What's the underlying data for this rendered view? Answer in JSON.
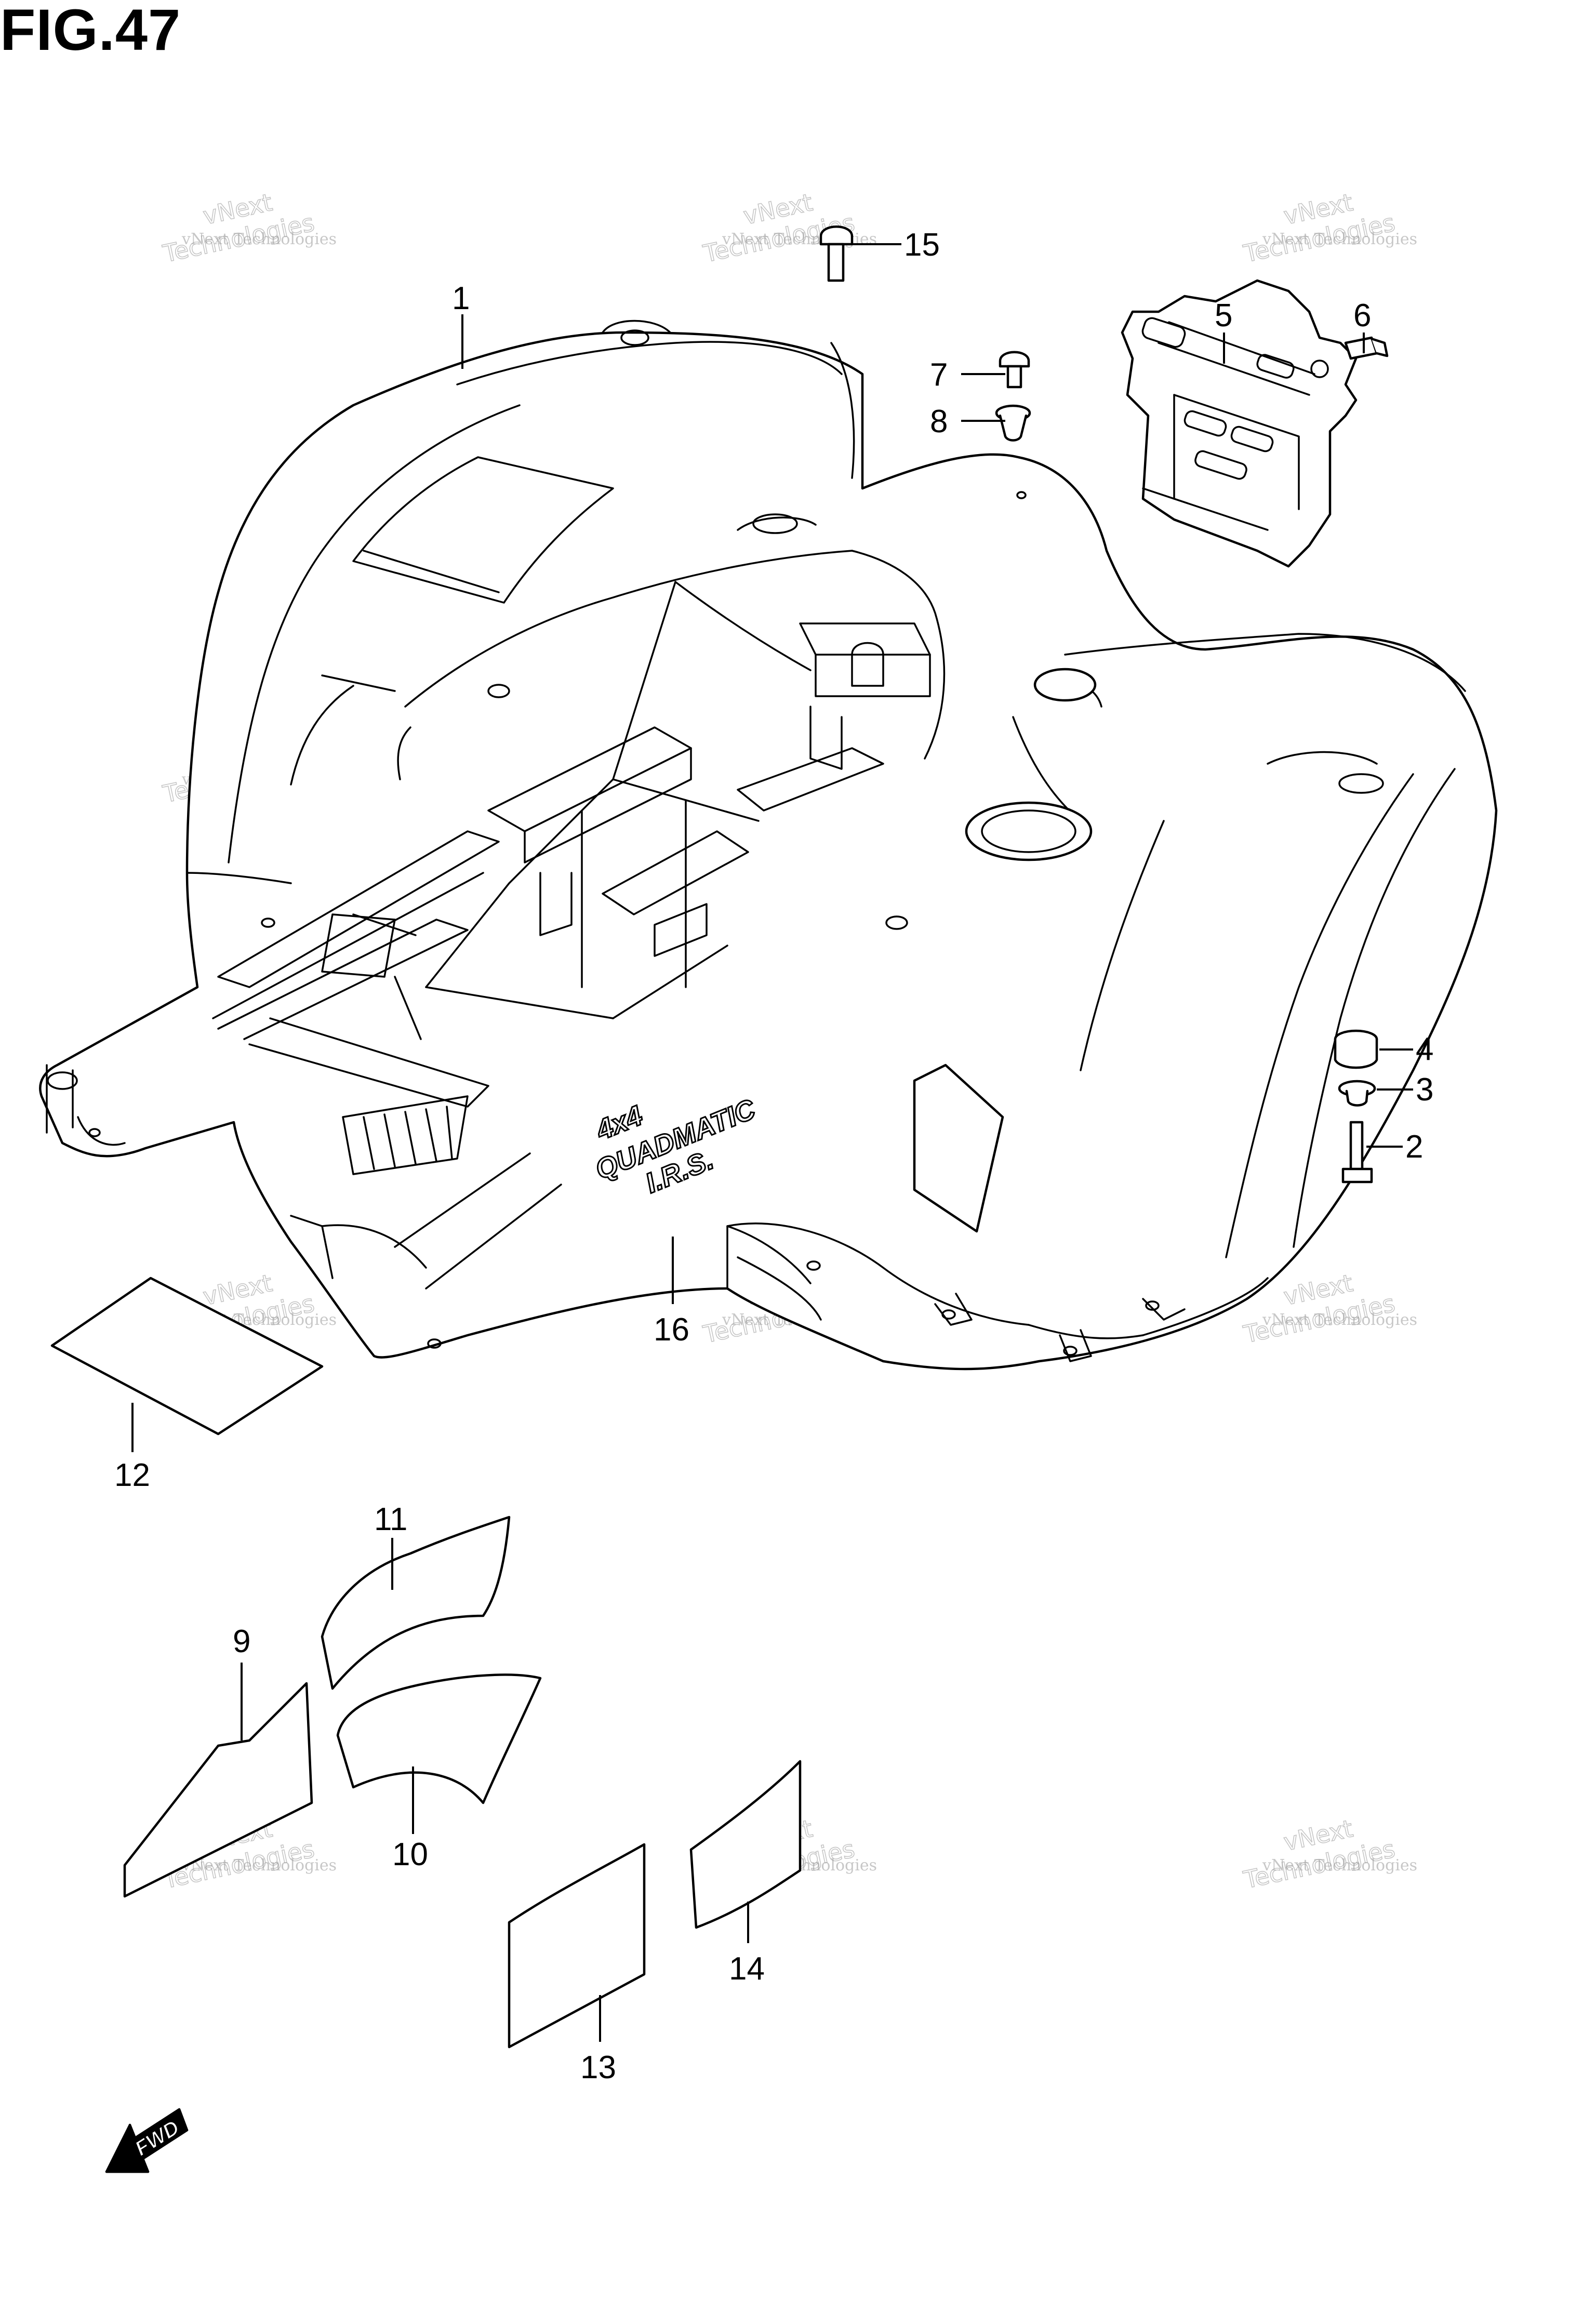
{
  "figure": {
    "title": "FIG.47"
  },
  "callouts": [
    "1",
    "2",
    "3",
    "4",
    "5",
    "6",
    "7",
    "8",
    "9",
    "10",
    "11",
    "12",
    "13",
    "14",
    "15",
    "16"
  ],
  "watermark": {
    "line1": "vNext",
    "line2": "Technologies",
    "line3": "vNext Technologies"
  },
  "decal": {
    "line1": "4x4",
    "line2": "QUADMATIC",
    "line3": "I.R.S."
  },
  "direction_arrow": {
    "label": "FWD"
  }
}
